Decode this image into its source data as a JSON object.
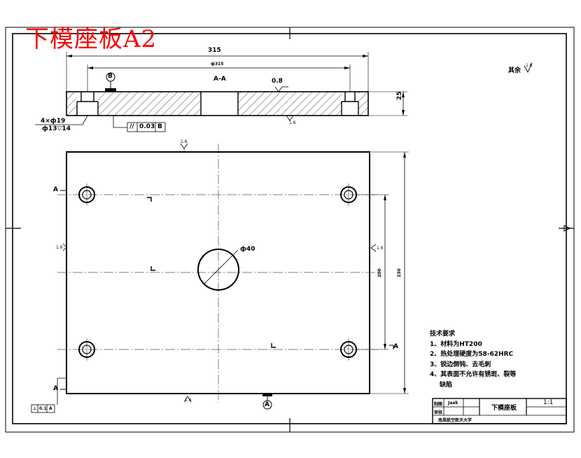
{
  "drawing": {
    "title": "下模座板A2",
    "dimensions": {
      "overall_width": "315",
      "hole_spacing": "ф315",
      "thickness": "25",
      "hole_callout_line1": "4×ф19",
      "hole_callout_line2": "ф13▽14",
      "center_bore": "ф40",
      "vertical_height": "200",
      "vertical_spacing": "230"
    },
    "labels": {
      "section": "A-A",
      "datum_b": "B",
      "datum_a": "A",
      "section_marker": "A",
      "parallelism": "0.8",
      "tolerance_symbol": "//",
      "tolerance_value": "0.03",
      "tolerance_datum": "B",
      "remaining_roughness": "其余",
      "roughness_value": "1.6"
    },
    "technical_requirements": {
      "heading": "技术要求",
      "items": [
        "1、材料为HT200",
        "2、热处理硬度为58-62HRC",
        "3、锐边倒钝、去毛刺",
        "4、其表面不允许有锈斑、裂等",
        "缺陷"
      ]
    },
    "title_block": {
      "label_design": "制图",
      "label_check": "审核",
      "name_value": "Jaak",
      "part_name": "下模座板",
      "scale": "1:1",
      "school": "南昌航空航天大学"
    },
    "bottom_frame": {
      "perp": "⊥",
      "value": "0.1",
      "datum": "A"
    }
  }
}
